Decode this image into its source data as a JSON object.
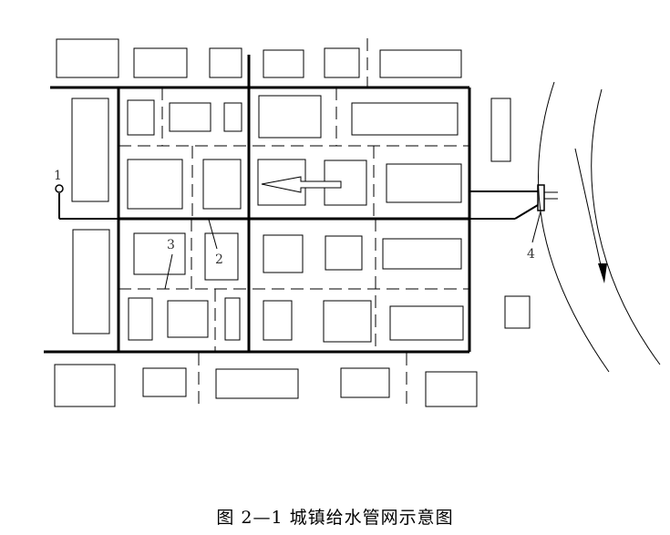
{
  "caption": "图 2—1    城镇给水管网示意图",
  "labels": {
    "intake": "1",
    "branch_pipe": "2",
    "block_building": "3",
    "water_plant": "4"
  }
}
